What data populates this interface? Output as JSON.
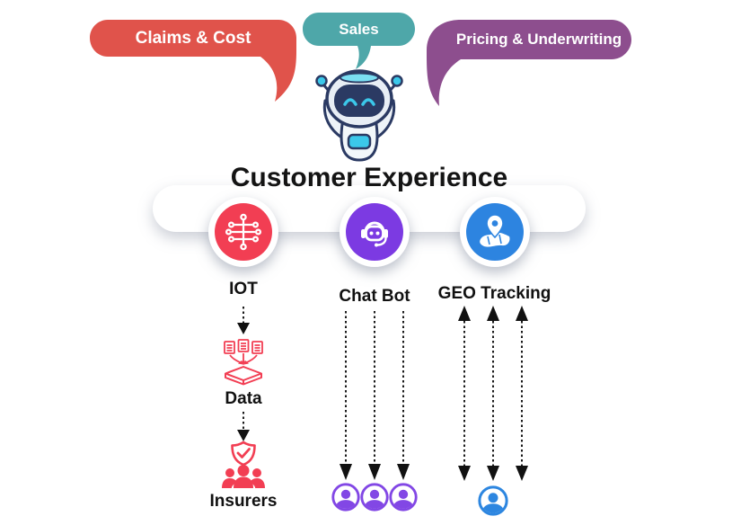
{
  "diagram": {
    "title": "Customer Experience",
    "mascot": "robot-assistant",
    "bubbles": [
      {
        "label": "Claims & Cost",
        "color": "#e0534b"
      },
      {
        "label": "Sales",
        "color": "#4ea7a9"
      },
      {
        "label": "Pricing & Underwriting",
        "color": "#8d4e8e"
      }
    ],
    "channels": [
      {
        "label": "IOT",
        "color": "#f23e53",
        "icon": "iot-circuit-icon"
      },
      {
        "label": "Chat Bot",
        "color": "#7c3ae2",
        "icon": "chatbot-headset-icon"
      },
      {
        "label": "GEO Tracking",
        "color": "#2d84e0",
        "icon": "map-location-pin-icon"
      }
    ],
    "iot_flow": {
      "steps": [
        {
          "label": "Data",
          "icon": "data-collection-icon",
          "color": "#f23e53"
        },
        {
          "label": "Insurers",
          "icon": "insurers-shield-people-icon",
          "color": "#f23e53"
        }
      ],
      "arrow_style": "dashed-down"
    },
    "chatbot_flow": {
      "arrows": 3,
      "direction": "down",
      "user_icons": 3,
      "user_color": "#8247e5"
    },
    "geo_flow": {
      "arrows": 3,
      "direction": "bidirectional",
      "user_icons": 1,
      "user_color": "#2d86e0"
    },
    "arrow_color": "#1a1a1a"
  }
}
